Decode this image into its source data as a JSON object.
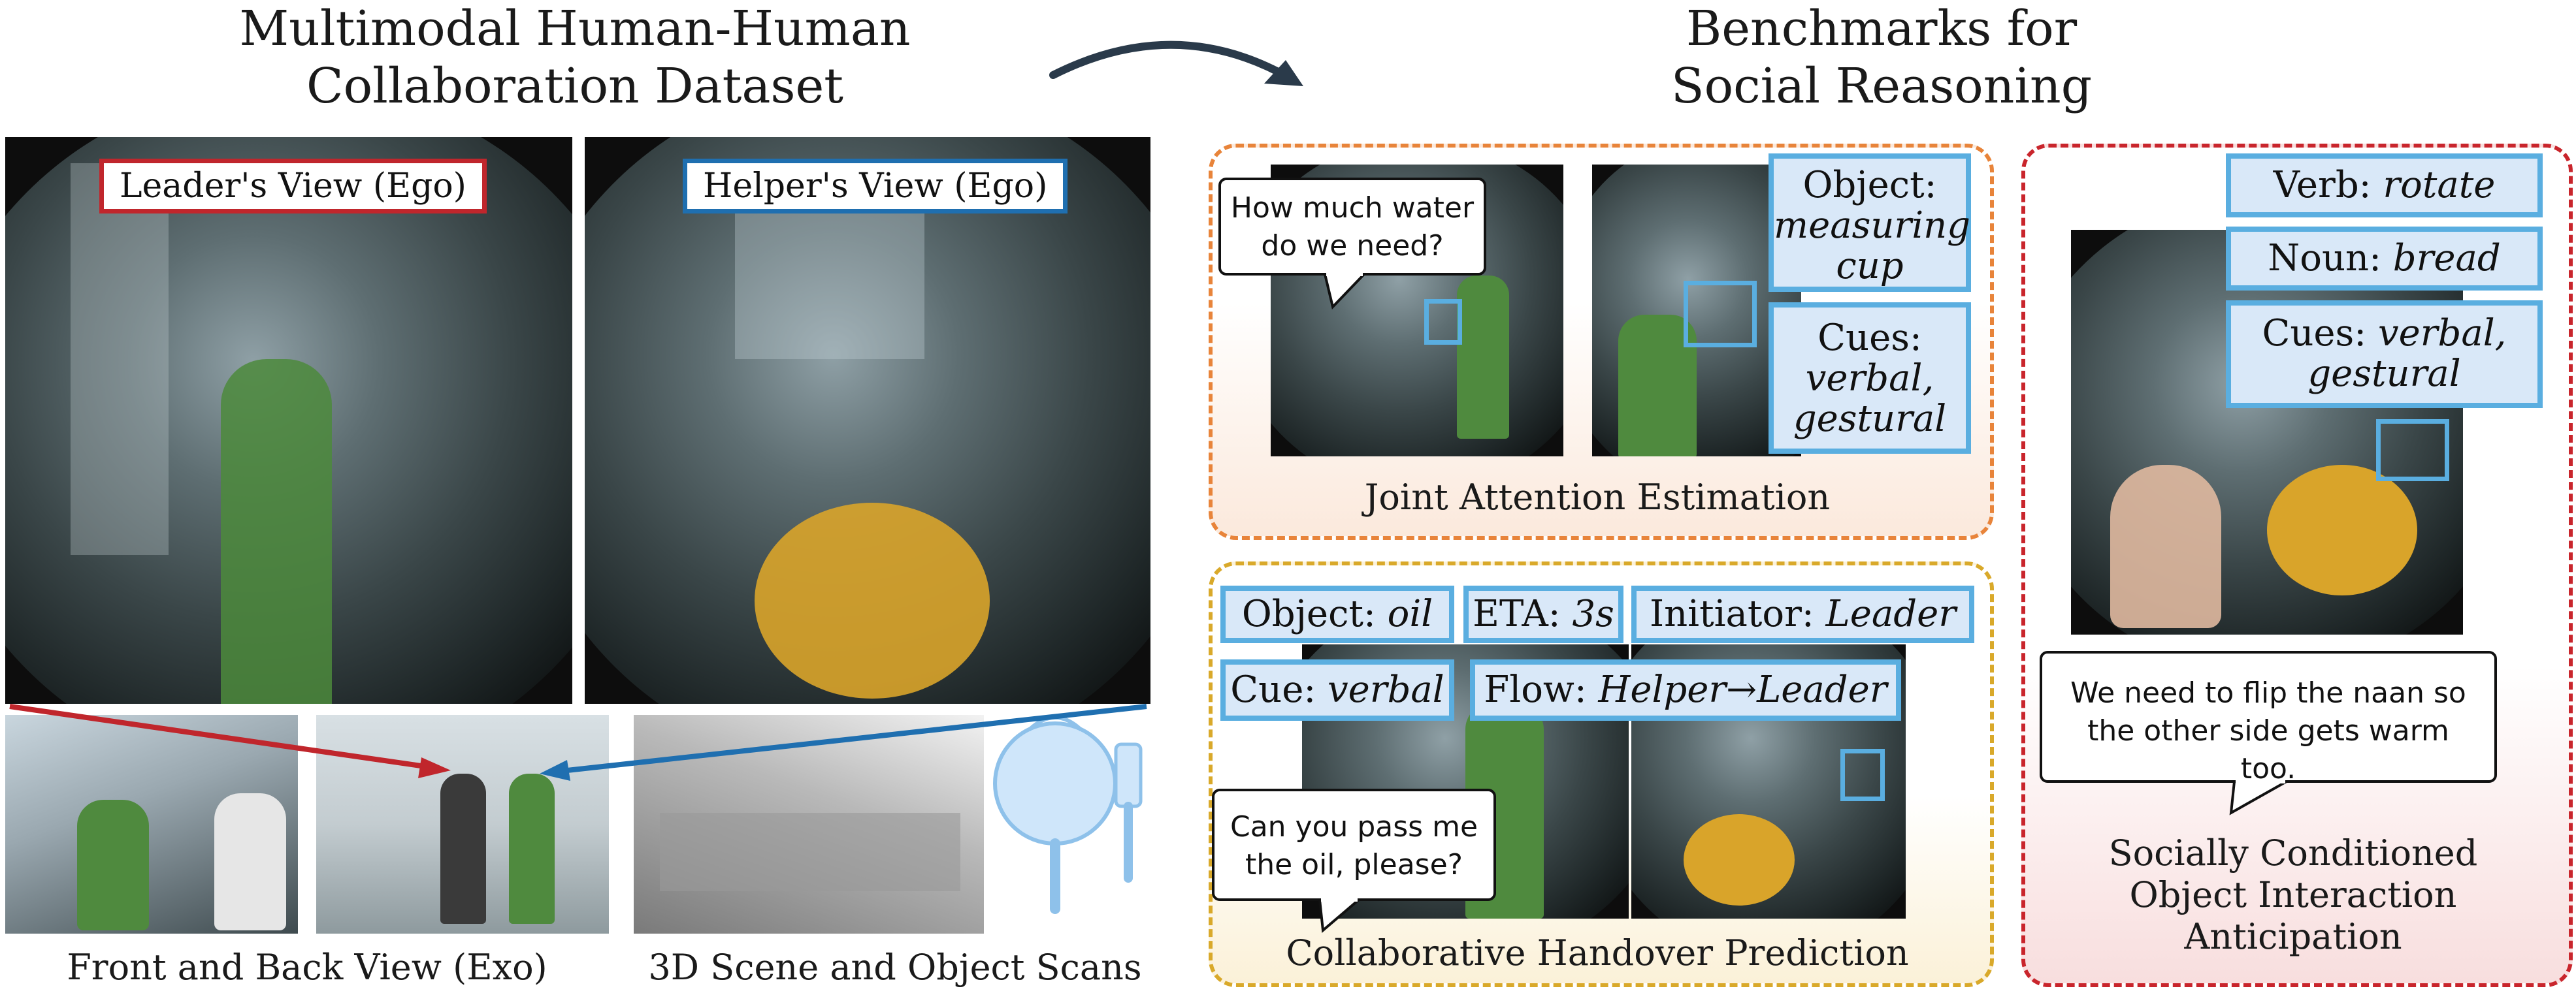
{
  "titles": {
    "dataset_line1": "Multimodal Human-Human",
    "dataset_line2": "Collaboration Dataset",
    "bench_line1": "Benchmarks for",
    "bench_line2": "Social Reasoning"
  },
  "views": {
    "leader": "Leader's View (Ego)",
    "helper": "Helper's View (Ego)",
    "exo_caption": "Front and Back View (Exo)",
    "scan_caption": "3D Scene and Object Scans"
  },
  "joint_attention": {
    "question": "How much water do we need?",
    "object_label": "Object:",
    "object_value": "measuring cup",
    "cues_label": "Cues:",
    "cues_value": "verbal, gestural",
    "caption": "Joint Attention Estimation"
  },
  "handover": {
    "object_label": "Object:",
    "object_value": "oil",
    "eta_label": "ETA:",
    "eta_value": "3s",
    "initiator_label": "Initiator:",
    "initiator_value": "Leader",
    "cue_label": "Cue:",
    "cue_value": "verbal",
    "flow_label": "Flow:",
    "flow_value": "Helper→Leader",
    "question": "Can you pass me the oil, please?",
    "caption": "Collaborative Handover Prediction"
  },
  "anticipation": {
    "verb_label": "Verb:",
    "verb_value": "rotate",
    "noun_label": "Noun:",
    "noun_value": "bread",
    "cues_label": "Cues:",
    "cues_value": "verbal, gestural",
    "speech": "We need to flip the naan so the other side gets warm too.",
    "caption_line1": "Socially Conditioned",
    "caption_line2": "Object Interaction",
    "caption_line3": "Anticipation"
  },
  "colors": {
    "leader_red": "#c0262c",
    "helper_blue": "#1f6fb0",
    "tag_fill": "#d9e8f8",
    "tag_border": "#5aaee0",
    "joint_border": "#e8843a",
    "handover_border": "#d9a92a",
    "anticipation_border": "#c9252c",
    "arrow_dark": "#2a3a4a"
  }
}
